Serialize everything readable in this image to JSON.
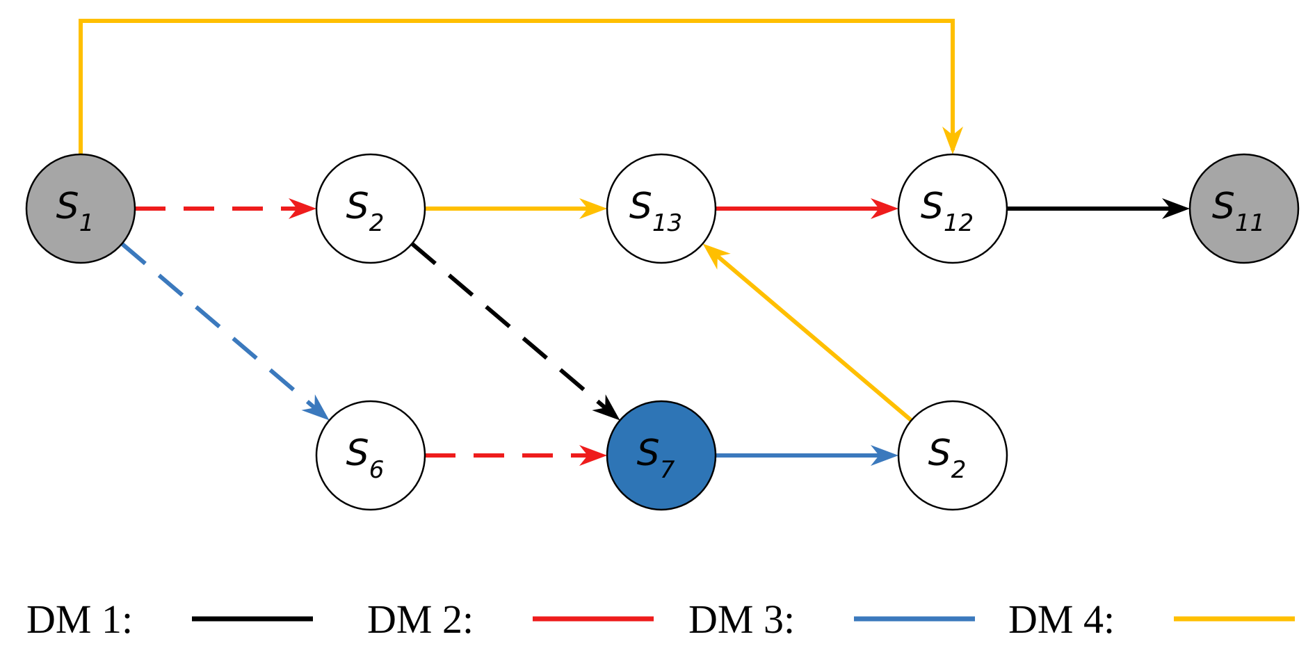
{
  "colors": {
    "dm1": "#000000",
    "dm2": "#ee1c1c",
    "dm3": "#3b79bd",
    "dm4": "#ffbf00",
    "terminal_fill": "#a6a6a6",
    "highlight_fill": "#2e75b6",
    "node_fill": "#ffffff"
  },
  "nodes": [
    {
      "id": "n1",
      "base": "S",
      "sub": "1",
      "fill": "terminal"
    },
    {
      "id": "n2",
      "base": "S",
      "sub": "2",
      "fill": "plain"
    },
    {
      "id": "n3",
      "base": "S",
      "sub": "13",
      "fill": "plain"
    },
    {
      "id": "n4",
      "base": "S",
      "sub": "12",
      "fill": "plain"
    },
    {
      "id": "n5",
      "base": "S",
      "sub": "11",
      "fill": "terminal"
    },
    {
      "id": "n6",
      "base": "S",
      "sub": "6",
      "fill": "plain"
    },
    {
      "id": "n7",
      "base": "S",
      "sub": "7",
      "fill": "highlight"
    },
    {
      "id": "n8",
      "base": "S",
      "sub": "2",
      "fill": "plain"
    }
  ],
  "edges": [
    {
      "id": "e1",
      "from": "n1",
      "to": "n4",
      "dm": 4,
      "style": "solid",
      "route": "over-top"
    },
    {
      "id": "e2",
      "from": "n1",
      "to": "n2",
      "dm": 2,
      "style": "dashed"
    },
    {
      "id": "e3",
      "from": "n1",
      "to": "n6",
      "dm": 3,
      "style": "dashed"
    },
    {
      "id": "e4",
      "from": "n2",
      "to": "n3",
      "dm": 4,
      "style": "solid"
    },
    {
      "id": "e5",
      "from": "n2",
      "to": "n7",
      "dm": 1,
      "style": "dashed"
    },
    {
      "id": "e6",
      "from": "n3",
      "to": "n4",
      "dm": 2,
      "style": "solid"
    },
    {
      "id": "e7",
      "from": "n4",
      "to": "n5",
      "dm": 1,
      "style": "solid"
    },
    {
      "id": "e8",
      "from": "n6",
      "to": "n7",
      "dm": 2,
      "style": "dashed"
    },
    {
      "id": "e9",
      "from": "n7",
      "to": "n8",
      "dm": 3,
      "style": "solid"
    },
    {
      "id": "e10",
      "from": "n8",
      "to": "n3",
      "dm": 4,
      "style": "solid"
    }
  ],
  "legend": [
    {
      "label": "DM 1:",
      "dm": 1
    },
    {
      "label": "DM 2:",
      "dm": 2
    },
    {
      "label": "DM 3:",
      "dm": 3
    },
    {
      "label": "DM 4:",
      "dm": 4
    }
  ]
}
